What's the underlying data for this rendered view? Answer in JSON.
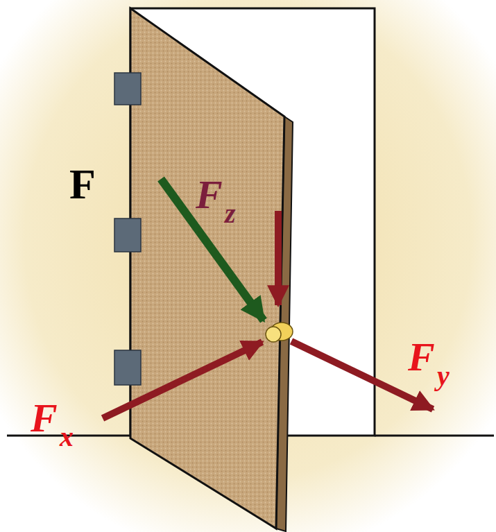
{
  "diagram": {
    "labels": [
      "F",
      "F",
      "z",
      "F",
      "y",
      "F",
      "x"
    ]
  }
}
